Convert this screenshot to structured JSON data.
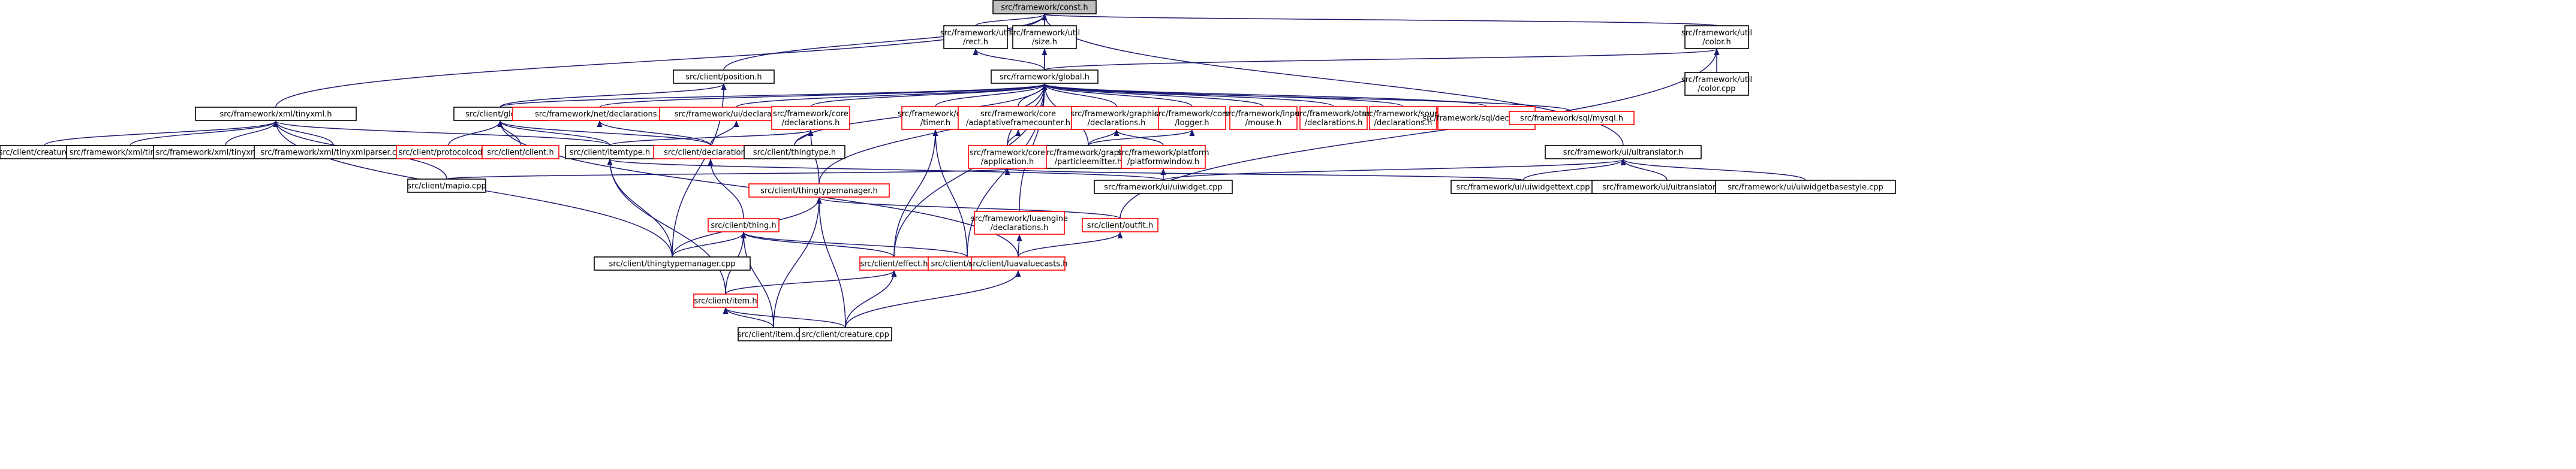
{
  "diagram": {
    "colors": {
      "edge": "#191970",
      "missing_border": "#ff0000",
      "normal_border": "#000000",
      "highlight_fill": "#bfbfbf"
    },
    "nodes": [
      {
        "id": "const",
        "label": [
          "src/framework/const.h"
        ],
        "style": "hl"
      },
      {
        "id": "rect",
        "label": [
          "src/framework/util",
          "/rect.h"
        ],
        "style": "normal"
      },
      {
        "id": "size",
        "label": [
          "src/framework/util",
          "/size.h"
        ],
        "style": "normal"
      },
      {
        "id": "color",
        "label": [
          "src/framework/util",
          "/color.h"
        ],
        "style": "normal"
      },
      {
        "id": "colorcpp",
        "label": [
          "src/framework/util",
          "/color.cpp"
        ],
        "style": "normal"
      },
      {
        "id": "position",
        "label": [
          "src/client/position.h"
        ],
        "style": "normal"
      },
      {
        "id": "fwglobal",
        "label": [
          "src/framework/global.h"
        ],
        "style": "normal"
      },
      {
        "id": "tinyxml",
        "label": [
          "src/framework/xml/tinyxml.h"
        ],
        "style": "normal"
      },
      {
        "id": "clientglobal",
        "label": [
          "src/client/global.h"
        ],
        "style": "normal"
      },
      {
        "id": "netdecl",
        "label": [
          "src/framework/net/declarations.h"
        ],
        "style": "red"
      },
      {
        "id": "uidecl",
        "label": [
          "src/framework/ui/declarations.h"
        ],
        "style": "red"
      },
      {
        "id": "coredecl",
        "label": [
          "src/framework/core",
          "/declarations.h"
        ],
        "style": "red"
      },
      {
        "id": "timer",
        "label": [
          "src/framework/core",
          "/timer.h"
        ],
        "style": "red"
      },
      {
        "id": "afc",
        "label": [
          "src/framework/core",
          "/adaptativeframecounter.h"
        ],
        "style": "red"
      },
      {
        "id": "gfxdecl",
        "label": [
          "src/framework/graphics",
          "/declarations.h"
        ],
        "style": "red"
      },
      {
        "id": "logger",
        "label": [
          "src/framework/core",
          "/logger.h"
        ],
        "style": "red"
      },
      {
        "id": "inputmouse",
        "label": [
          "src/framework/input",
          "/mouse.h"
        ],
        "style": "red"
      },
      {
        "id": "otmldecl",
        "label": [
          "src/framework/otml",
          "/declarations.h"
        ],
        "style": "red"
      },
      {
        "id": "sounddecl",
        "label": [
          "src/framework/sound",
          "/declarations.h"
        ],
        "style": "red"
      },
      {
        "id": "sqldecl",
        "label": [
          "src/framework/sql/declarations.h"
        ],
        "style": "red"
      },
      {
        "id": "mysql",
        "label": [
          "src/framework/sql/mysql.h"
        ],
        "style": "red"
      },
      {
        "id": "creaturescpp",
        "label": [
          "src/client/creatures.cpp"
        ],
        "style": "normal"
      },
      {
        "id": "tinyxmlcpp",
        "label": [
          "src/framework/xml/tinyxml.cpp"
        ],
        "style": "normal"
      },
      {
        "id": "tinyxmlerror",
        "label": [
          "src/framework/xml/tinyxmlerror.cpp"
        ],
        "style": "normal"
      },
      {
        "id": "tinyxmlparser",
        "label": [
          "src/framework/xml/tinyxmlparser.cpp"
        ],
        "style": "normal"
      },
      {
        "id": "protocolcodes",
        "label": [
          "src/client/protocolcodes.h"
        ],
        "style": "red"
      },
      {
        "id": "clienth",
        "label": [
          "src/client/client.h"
        ],
        "style": "red"
      },
      {
        "id": "itemtype",
        "label": [
          "src/client/itemtype.h"
        ],
        "style": "normal"
      },
      {
        "id": "clientdecl",
        "label": [
          "src/client/declarations.h"
        ],
        "style": "red"
      },
      {
        "id": "thingtype",
        "label": [
          "src/client/thingtype.h"
        ],
        "style": "normal"
      },
      {
        "id": "particleemitter",
        "label": [
          "src/framework/graphics",
          "/particleemitter.h"
        ],
        "style": "normal"
      },
      {
        "id": "platformwindow",
        "label": [
          "src/framework/platform",
          "/platformwindow.h"
        ],
        "style": "red"
      },
      {
        "id": "application",
        "label": [
          "src/framework/core",
          "/application.h"
        ],
        "style": "red"
      },
      {
        "id": "uitranslator",
        "label": [
          "src/framework/ui/uitranslator.h"
        ],
        "style": "normal"
      },
      {
        "id": "mapiocpp",
        "label": [
          "src/client/mapio.cpp"
        ],
        "style": "normal"
      },
      {
        "id": "ttmanager",
        "label": [
          "src/client/thingtypemanager.h"
        ],
        "style": "red"
      },
      {
        "id": "uiwidgetcpp",
        "label": [
          "src/framework/ui/uiwidget.cpp"
        ],
        "style": "normal"
      },
      {
        "id": "uiwidgettext",
        "label": [
          "src/framework/ui/uiwidgettext.cpp"
        ],
        "style": "normal"
      },
      {
        "id": "uitranslatorcpp",
        "label": [
          "src/framework/ui/uitranslator.cpp"
        ],
        "style": "normal"
      },
      {
        "id": "uiwidgetbasestyle",
        "label": [
          "src/framework/ui/uiwidgetbasestyle.cpp"
        ],
        "style": "normal"
      },
      {
        "id": "thing",
        "label": [
          "src/client/thing.h"
        ],
        "style": "red"
      },
      {
        "id": "luaengdecl",
        "label": [
          "src/framework/luaengine",
          "/declarations.h"
        ],
        "style": "red"
      },
      {
        "id": "outfit",
        "label": [
          "src/client/outfit.h"
        ],
        "style": "red"
      },
      {
        "id": "ttmanagercpp",
        "label": [
          "src/client/thingtypemanager.cpp"
        ],
        "style": "normal"
      },
      {
        "id": "effect",
        "label": [
          "src/client/effect.h"
        ],
        "style": "red"
      },
      {
        "id": "missile",
        "label": [
          "src/client/missile.h"
        ],
        "style": "red"
      },
      {
        "id": "luavaluecasts",
        "label": [
          "src/client/luavaluecasts.h"
        ],
        "style": "red"
      },
      {
        "id": "item",
        "label": [
          "src/client/item.h"
        ],
        "style": "red"
      },
      {
        "id": "itemcpp",
        "label": [
          "src/client/item.cpp"
        ],
        "style": "normal"
      },
      {
        "id": "creaturecpp",
        "label": [
          "src/client/creature.cpp"
        ],
        "style": "normal"
      }
    ],
    "edges": [
      [
        "const",
        "rect"
      ],
      [
        "const",
        "size"
      ],
      [
        "const",
        "color"
      ],
      [
        "const",
        "position"
      ],
      [
        "const",
        "fwglobal"
      ],
      [
        "const",
        "tinyxml"
      ],
      [
        "const",
        "uitranslator"
      ],
      [
        "rect",
        "fwglobal"
      ],
      [
        "size",
        "fwglobal"
      ],
      [
        "color",
        "fwglobal"
      ],
      [
        "color",
        "colorcpp"
      ],
      [
        "color",
        "outfit"
      ],
      [
        "position",
        "clientglobal"
      ],
      [
        "position",
        "ttmanagercpp"
      ],
      [
        "fwglobal",
        "clientglobal"
      ],
      [
        "fwglobal",
        "netdecl"
      ],
      [
        "fwglobal",
        "uidecl"
      ],
      [
        "fwglobal",
        "coredecl"
      ],
      [
        "fwglobal",
        "timer"
      ],
      [
        "fwglobal",
        "afc"
      ],
      [
        "fwglobal",
        "gfxdecl"
      ],
      [
        "fwglobal",
        "logger"
      ],
      [
        "fwglobal",
        "inputmouse"
      ],
      [
        "fwglobal",
        "otmldecl"
      ],
      [
        "fwglobal",
        "sounddecl"
      ],
      [
        "fwglobal",
        "sqldecl"
      ],
      [
        "fwglobal",
        "mysql"
      ],
      [
        "fwglobal",
        "thingtype"
      ],
      [
        "fwglobal",
        "application"
      ],
      [
        "fwglobal",
        "particleemitter"
      ],
      [
        "fwglobal",
        "ttmanager"
      ],
      [
        "fwglobal",
        "effect"
      ],
      [
        "fwglobal",
        "missile"
      ],
      [
        "fwglobal",
        "luaengdecl"
      ],
      [
        "tinyxml",
        "creaturescpp"
      ],
      [
        "tinyxml",
        "tinyxmlcpp"
      ],
      [
        "tinyxml",
        "tinyxmlerror"
      ],
      [
        "tinyxml",
        "tinyxmlparser"
      ],
      [
        "tinyxml",
        "itemtype"
      ],
      [
        "tinyxml",
        "mapiocpp"
      ],
      [
        "tinyxml",
        "ttmanagercpp"
      ],
      [
        "clientglobal",
        "protocolcodes"
      ],
      [
        "clientglobal",
        "clienth"
      ],
      [
        "clientglobal",
        "itemtype"
      ],
      [
        "clientglobal",
        "clientdecl"
      ],
      [
        "clientglobal",
        "luavaluecasts"
      ],
      [
        "netdecl",
        "clientdecl"
      ],
      [
        "uidecl",
        "clientdecl"
      ],
      [
        "coredecl",
        "itemtype"
      ],
      [
        "coredecl",
        "thingtype"
      ],
      [
        "coredecl",
        "ttmanager"
      ],
      [
        "timer",
        "effect"
      ],
      [
        "timer",
        "missile"
      ],
      [
        "afc",
        "application"
      ],
      [
        "gfxdecl",
        "particleemitter"
      ],
      [
        "gfxdecl",
        "platformwindow"
      ],
      [
        "logger",
        "particleemitter"
      ],
      [
        "platformwindow",
        "application"
      ],
      [
        "platformwindow",
        "uiwidgetcpp"
      ],
      [
        "application",
        "mapiocpp"
      ],
      [
        "application",
        "uiwidgettext"
      ],
      [
        "itemtype",
        "ttmanagercpp"
      ],
      [
        "itemtype",
        "item"
      ],
      [
        "itemtype",
        "uiwidgetcpp"
      ],
      [
        "clientdecl",
        "thing"
      ],
      [
        "ttmanager",
        "ttmanagercpp"
      ],
      [
        "ttmanager",
        "itemcpp"
      ],
      [
        "ttmanager",
        "creaturecpp"
      ],
      [
        "ttmanager",
        "outfit"
      ],
      [
        "uitranslator",
        "uiwidgetcpp"
      ],
      [
        "uitranslator",
        "uiwidgettext"
      ],
      [
        "uitranslator",
        "uitranslatorcpp"
      ],
      [
        "uitranslator",
        "uiwidgetbasestyle"
      ],
      [
        "thing",
        "ttmanagercpp"
      ],
      [
        "thing",
        "effect"
      ],
      [
        "thing",
        "missile"
      ],
      [
        "thing",
        "item"
      ],
      [
        "thing",
        "itemcpp"
      ],
      [
        "luaengdecl",
        "luavaluecasts"
      ],
      [
        "outfit",
        "luavaluecasts"
      ],
      [
        "effect",
        "item"
      ],
      [
        "effect",
        "creaturecpp"
      ],
      [
        "luavaluecasts",
        "creaturecpp"
      ],
      [
        "item",
        "itemcpp"
      ],
      [
        "item",
        "creaturecpp"
      ]
    ]
  }
}
